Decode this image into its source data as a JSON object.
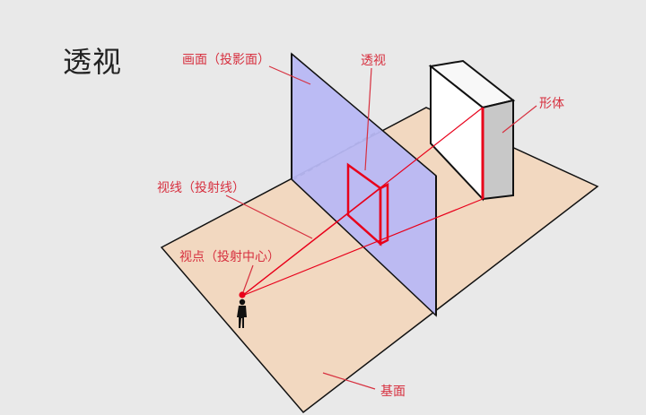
{
  "title": "透视",
  "labels": {
    "picture_plane": "画面（投影面）",
    "perspective": "透视",
    "form": "形体",
    "sight_line": "视线（投射线）",
    "viewpoint": "视点（投射中心）",
    "ground": "基面"
  },
  "colors": {
    "background": "#e9e9e9",
    "ground": "#f2d8c0",
    "picture_plane": "#b8b8f4",
    "accent": "#e8001a",
    "annotation": "#d7303f",
    "outline": "#111111",
    "box_side": "#c8c8c8",
    "box_front": "#ffffff"
  },
  "icons": {
    "observer": "standing-person-icon"
  }
}
